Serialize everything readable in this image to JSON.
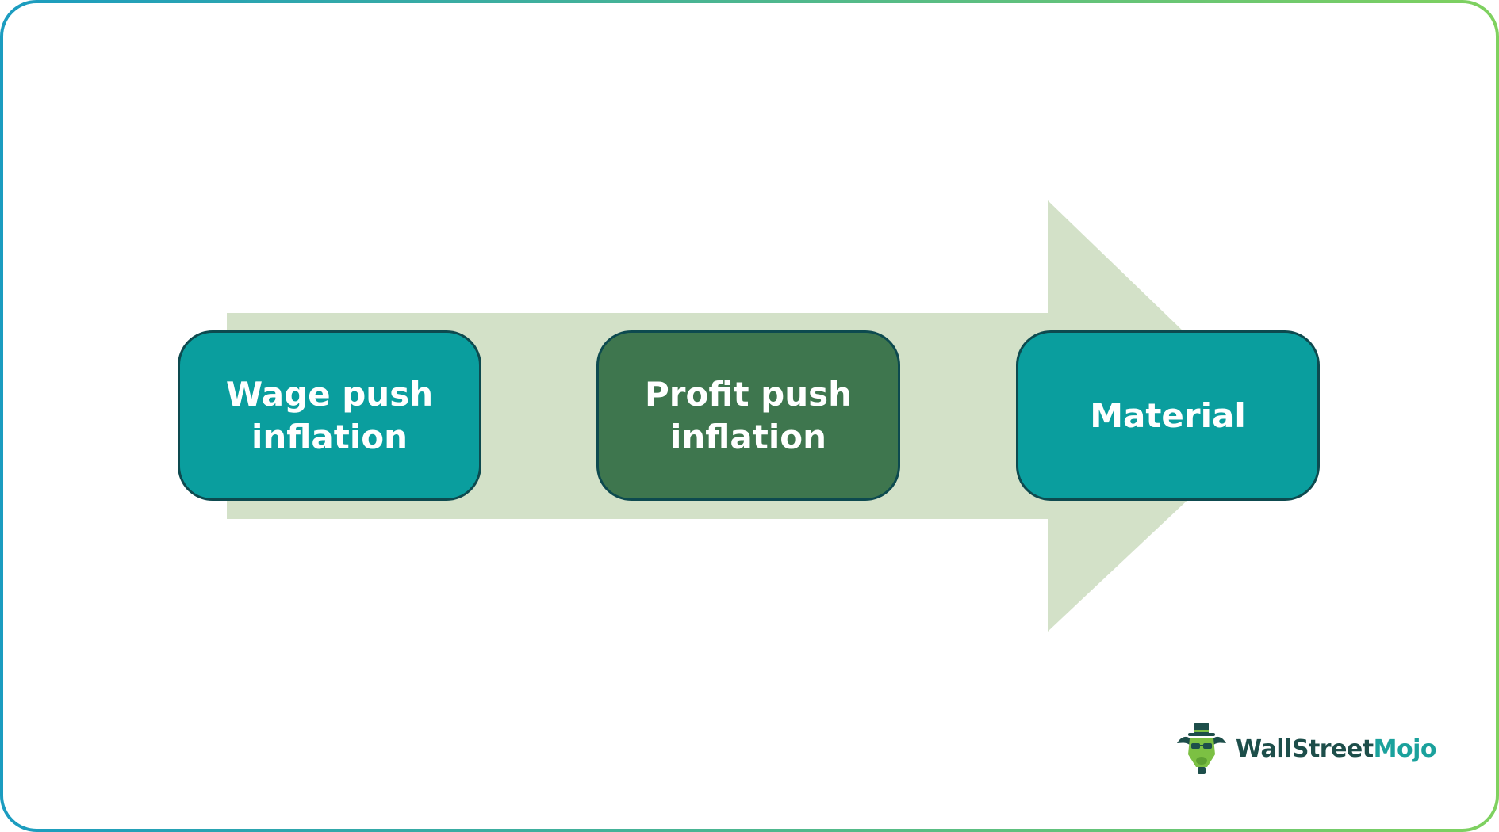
{
  "diagram": {
    "steps": [
      {
        "label": "Wage push inflation",
        "fill": "#0a9e9e"
      },
      {
        "label": "Profit push inflation",
        "fill": "#3e764e"
      },
      {
        "label": "Material",
        "fill": "#0a9e9e"
      }
    ],
    "arrow_color": "#d3e1c8",
    "box_border_color": "#0d4a4f"
  },
  "frame": {
    "gradient_start": "#1b9cc0",
    "gradient_end": "#7fd15f"
  },
  "brand": {
    "name_part1": "WallStreet",
    "name_part2": "Mojo",
    "primary_color": "#1d4e4a",
    "accent_color": "#1aa19c",
    "logo_green": "#7cc043"
  }
}
